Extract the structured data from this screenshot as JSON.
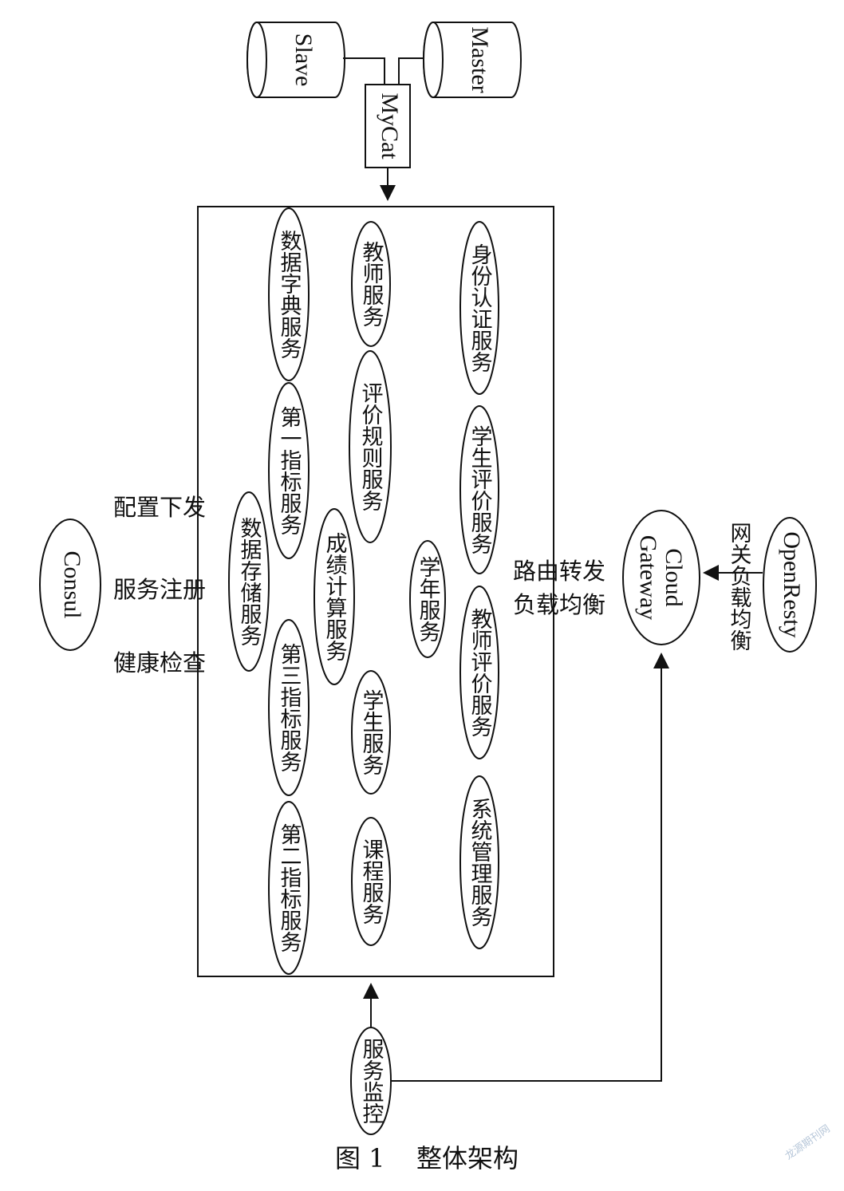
{
  "databases": {
    "slave": "Slave",
    "master": "Master",
    "mycat": "MyCat"
  },
  "services": {
    "identity_auth": "身份认证服务",
    "student_eval": "学生评价服务",
    "teacher_eval": "教师评价服务",
    "system_mgmt": "系统管理服务",
    "teacher": "教师服务",
    "eval_rule": "评价规则服务",
    "school_year": "学年服务",
    "score_calc": "成绩计算服务",
    "student": "学生服务",
    "course": "课程服务",
    "data_dict": "数据字典服务",
    "index_1": "第一指标服务",
    "data_storage": "数据存储服务",
    "index_3": "第三指标服务",
    "index_2": "第二指标服务"
  },
  "consul": {
    "name": "Consul",
    "labels": [
      "配置下发",
      "服务注册",
      "健康检查"
    ]
  },
  "gateway": {
    "name_line1": "Cloud",
    "name_line2": "Gateway",
    "labels": [
      "路由转发",
      "负载均衡"
    ]
  },
  "openresty": {
    "name": "OpenResty",
    "label": "网关负载均衡"
  },
  "monitor": {
    "name": "服务监控"
  },
  "caption": {
    "figure": "图 1",
    "title": "整体架构"
  },
  "watermark": "龙源期刊网"
}
